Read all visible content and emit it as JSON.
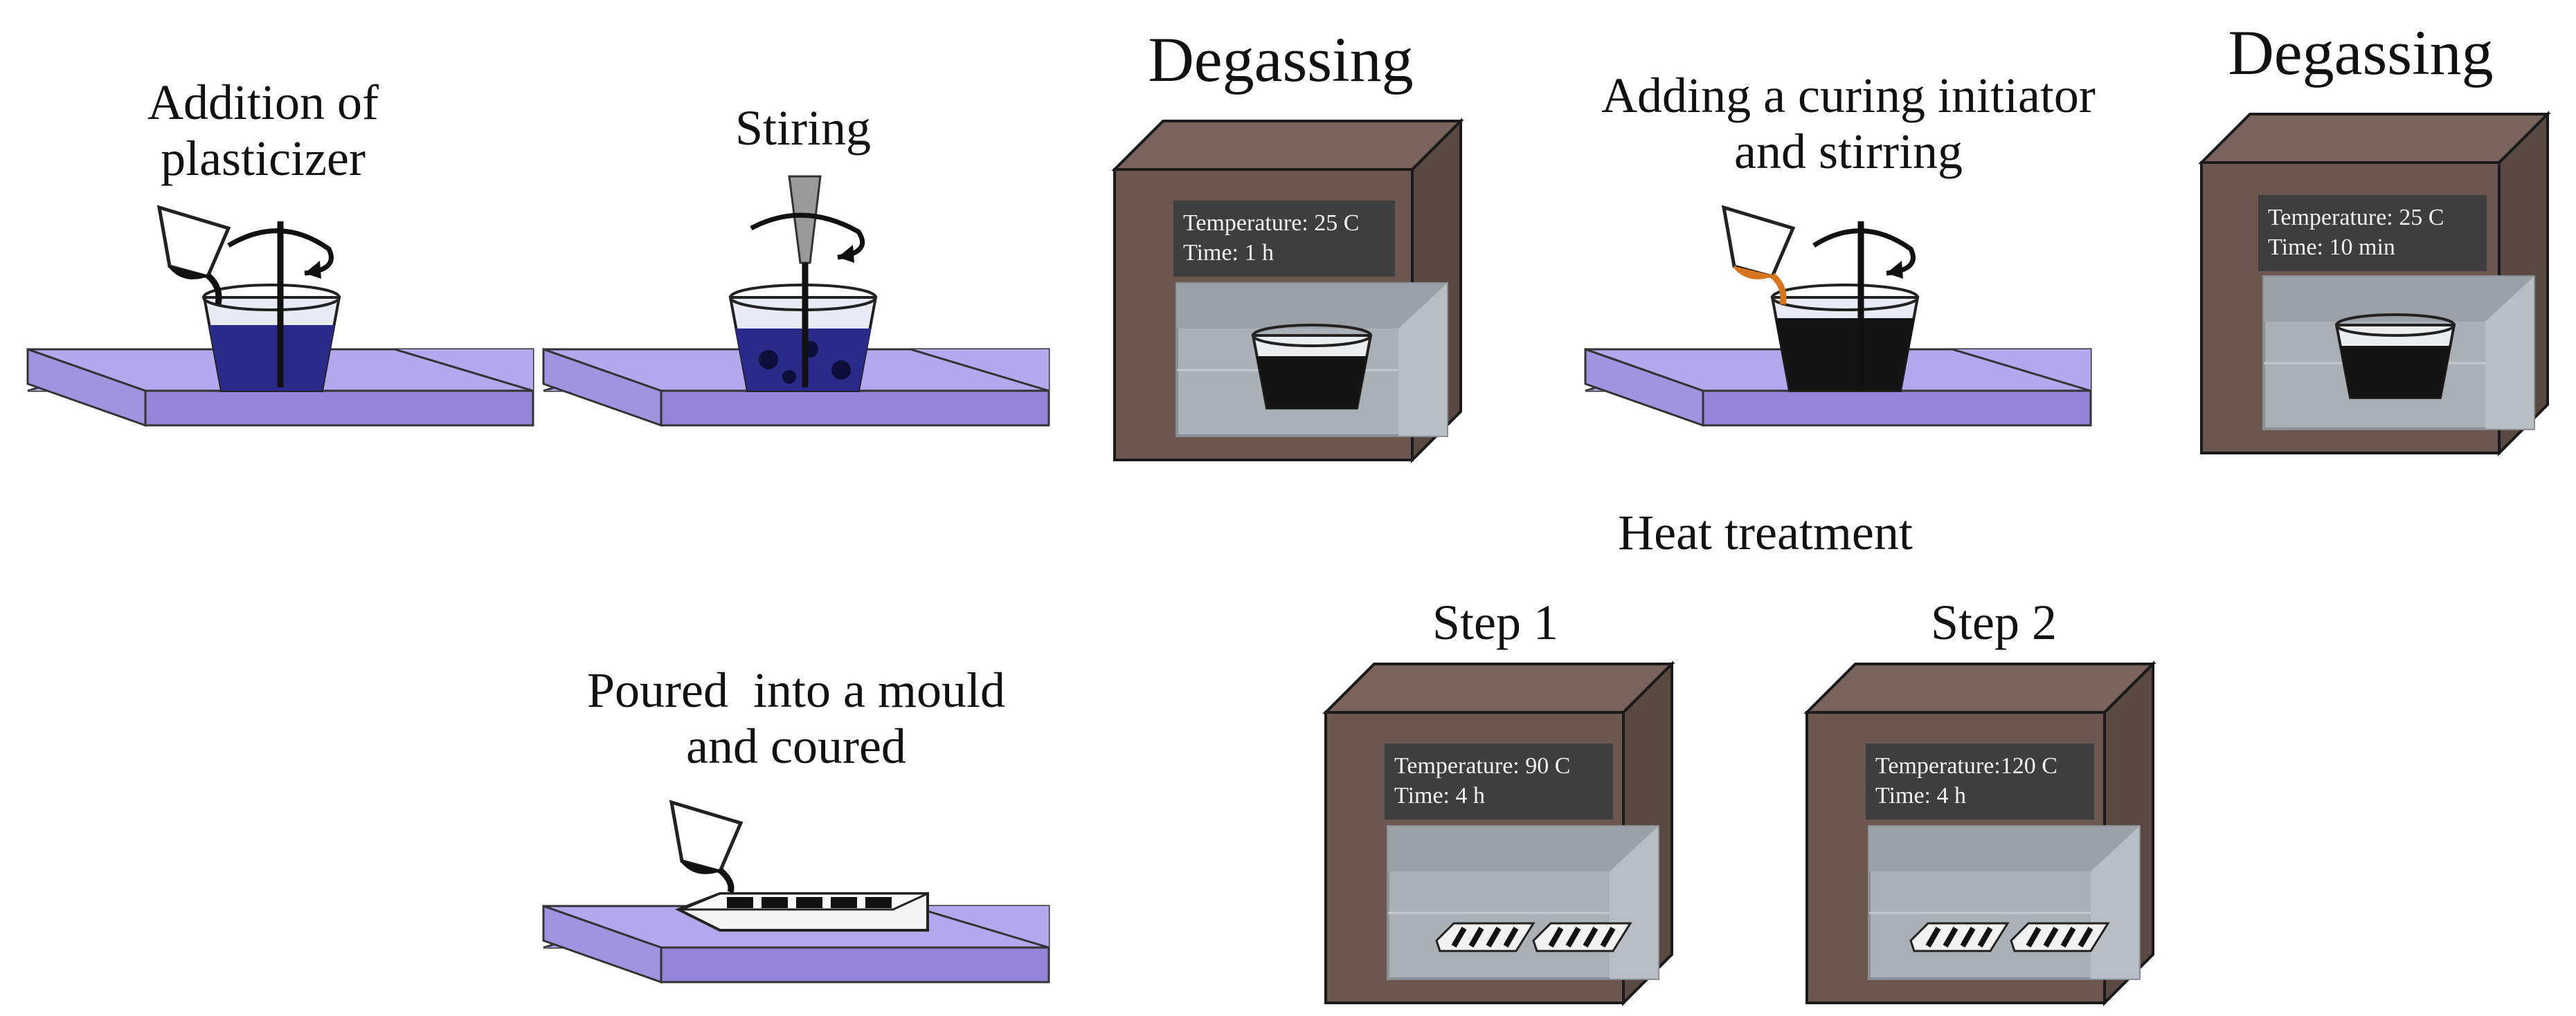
{
  "labels": {
    "addition_plasticizer": [
      "Addition of",
      "plasticizer"
    ],
    "stiring": "Stiring",
    "degassing_1": "Degassing",
    "curing_initiator": [
      "Adding a curing initiator",
      "and stirring"
    ],
    "degassing_2": "Degassing",
    "heat_treatment": "Heat treatment",
    "step_1": "Step 1",
    "step_2": "Step 2",
    "poured_mould": [
      "Poured  into a mould",
      "and coured"
    ]
  },
  "panels": {
    "degassing_1": {
      "temperature": "Temperature: 25 C",
      "time": "Time: 1 h"
    },
    "degassing_2": {
      "temperature": "Temperature: 25 C",
      "time": "Time: 10 min"
    },
    "step_1": {
      "temperature": "Temperature: 90 C",
      "time": "Time: 4 h"
    },
    "step_2": {
      "temperature": "Temperature:120 C",
      "time": "Time: 4 h"
    }
  },
  "colors": {
    "plate_top": "#b3a8ee",
    "plate_side": "#9485d8",
    "oven_body": "#6b5650",
    "oven_chamber": "#a9b0b6",
    "liquid_blue": "#2a2a8a",
    "liquid_dark": "#141414",
    "initiator": "#d7741e"
  }
}
